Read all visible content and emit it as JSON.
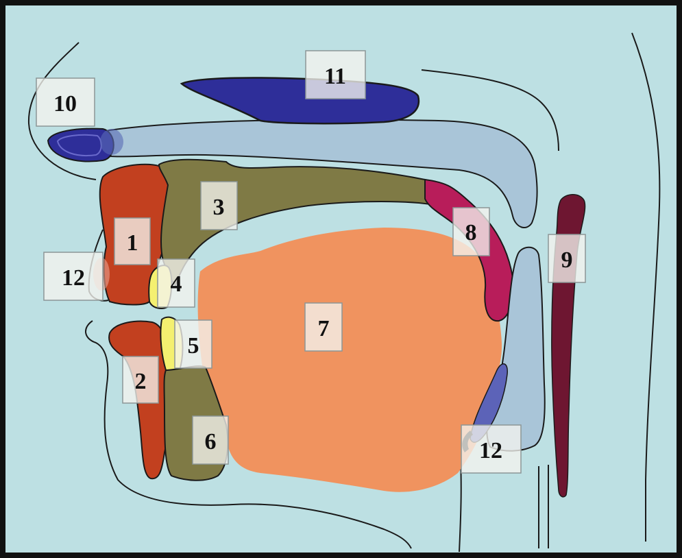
{
  "diagram": {
    "colors": {
      "background": "#bde0e3",
      "frame": "#111111",
      "outline": "#1a1a1a",
      "upper_lip_red": "#c2401f",
      "lower_lip_red": "#c2401f",
      "alveolar_olive": "#7f7a45",
      "teeth_yellow": "#f4f070",
      "tongue_orange": "#f0935f",
      "velum_crimson": "#b81d5a",
      "pharynx_wall_maroon": "#6e1631",
      "nasal_blue": "#2e2e99",
      "nasal_passage_lightblue": "#a9c5d8",
      "epiglottis_blue": "#5c63b8",
      "label_fill": "#f3f3ee"
    },
    "labels": [
      {
        "id": "l1",
        "text": "1"
      },
      {
        "id": "l2",
        "text": "2"
      },
      {
        "id": "l3",
        "text": "3"
      },
      {
        "id": "l4",
        "text": "4"
      },
      {
        "id": "l5",
        "text": "5"
      },
      {
        "id": "l6",
        "text": "6"
      },
      {
        "id": "l7",
        "text": "7"
      },
      {
        "id": "l8",
        "text": "8"
      },
      {
        "id": "l9",
        "text": "9"
      },
      {
        "id": "l10",
        "text": "10"
      },
      {
        "id": "l11",
        "text": "11"
      },
      {
        "id": "l12a",
        "text": "12"
      },
      {
        "id": "l12b",
        "text": "12"
      }
    ]
  }
}
